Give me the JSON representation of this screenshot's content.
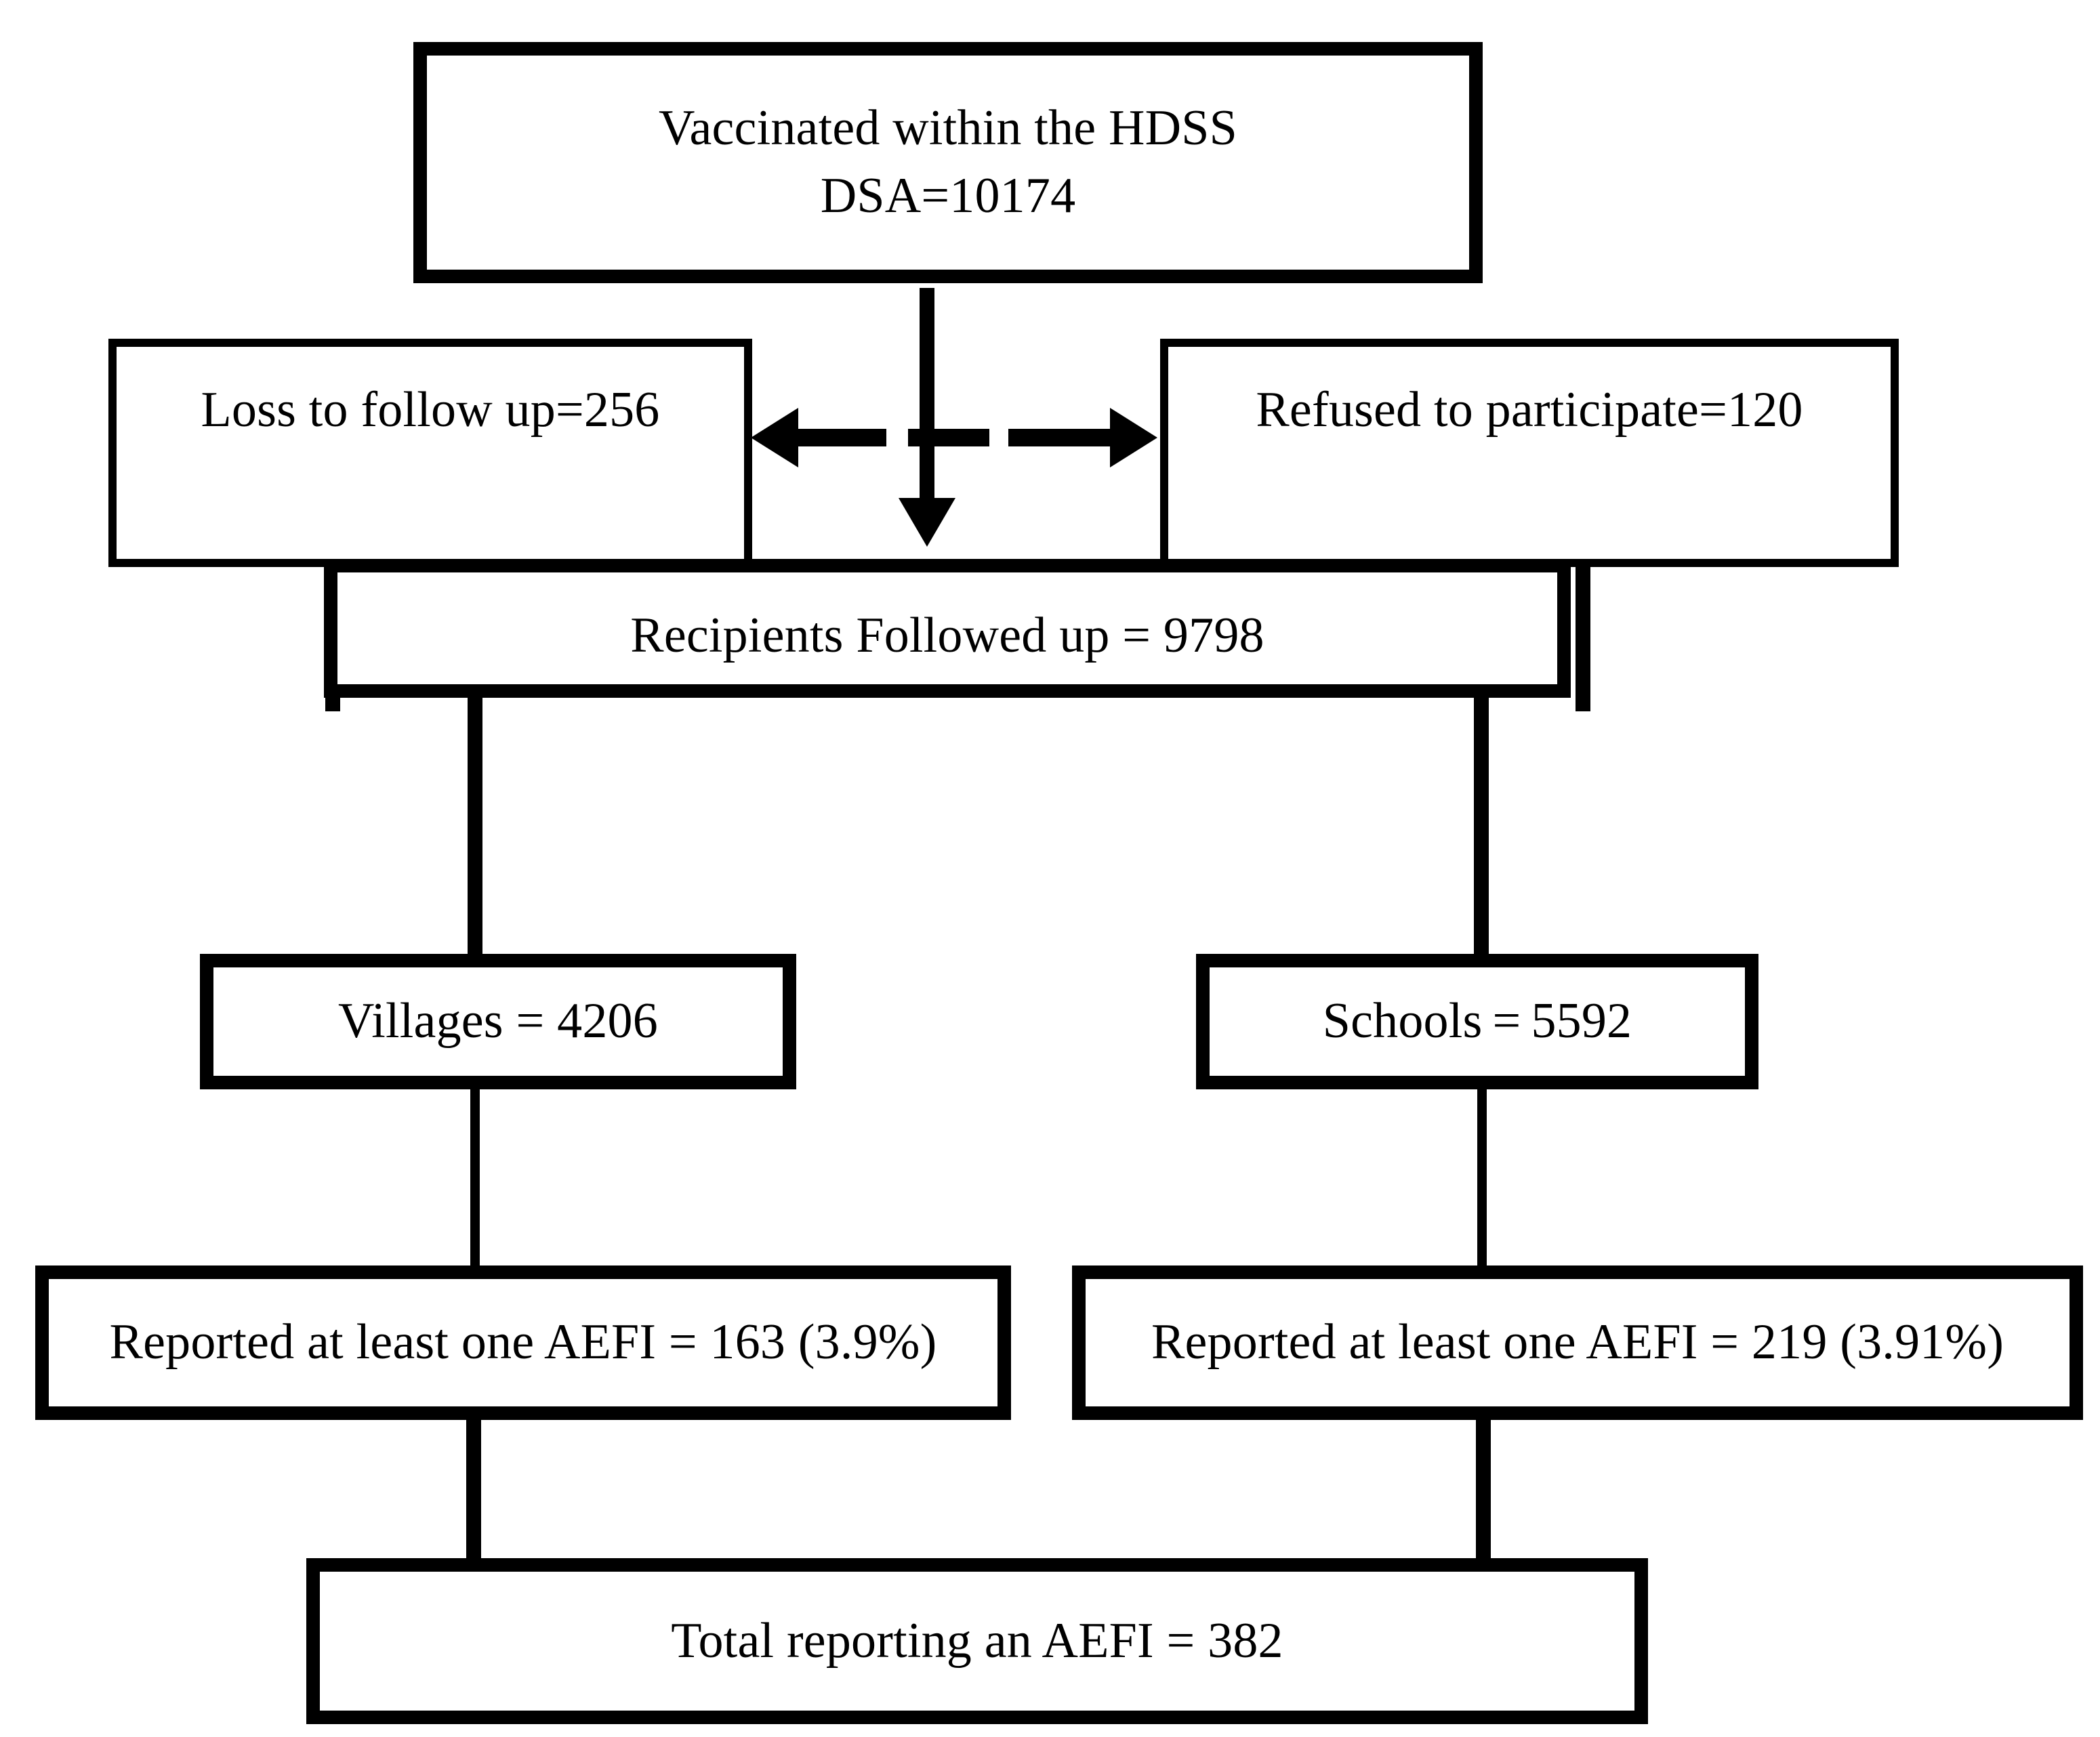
{
  "diagram": {
    "type": "flowchart",
    "title": "AEFI surveillance participant flow",
    "colors": {
      "background": "#ffffff",
      "stroke": "#000000",
      "text": "#000000"
    },
    "nodes": [
      {
        "id": "vaccinated",
        "label": "Vaccinated within the HDSS\nDSA=10174",
        "value": 10174
      },
      {
        "id": "loss-to-follow-up",
        "label": "Loss to follow up=256",
        "value": 256
      },
      {
        "id": "refused",
        "label": "Refused to participate=120",
        "value": 120
      },
      {
        "id": "recipients-followed-up",
        "label": "Recipients Followed up = 9798",
        "value": 9798
      },
      {
        "id": "villages",
        "label": "Villages = 4206",
        "value": 4206
      },
      {
        "id": "schools",
        "label": "Schools = 5592",
        "value": 5592
      },
      {
        "id": "aefi-villages",
        "label": "Reported at least one AEFI = 163 (3.9%)",
        "value": 163,
        "percent": "3.9%"
      },
      {
        "id": "aefi-schools",
        "label": "Reported at least one AEFI = 219 (3.91%)",
        "value": 219,
        "percent": "3.91%"
      },
      {
        "id": "total-aefi",
        "label": "Total reporting an AEFI = 382",
        "value": 382
      }
    ],
    "edges": [
      {
        "from": "vaccinated",
        "to": "recipients-followed-up",
        "style": "solid-arrow-down"
      },
      {
        "from": "exclusions",
        "to": "loss-to-follow-up",
        "style": "dashed-arrow-left"
      },
      {
        "from": "exclusions",
        "to": "refused",
        "style": "dashed-arrow-right"
      },
      {
        "from": "loss-to-follow-up",
        "to": "recipients-followed-up",
        "style": "solid-line"
      },
      {
        "from": "refused",
        "to": "recipients-followed-up",
        "style": "solid-line"
      },
      {
        "from": "recipients-followed-up",
        "to": "villages",
        "style": "solid-line"
      },
      {
        "from": "recipients-followed-up",
        "to": "schools",
        "style": "solid-line"
      },
      {
        "from": "villages",
        "to": "aefi-villages",
        "style": "solid-line"
      },
      {
        "from": "schools",
        "to": "aefi-schools",
        "style": "solid-line"
      },
      {
        "from": "aefi-villages",
        "to": "total-aefi",
        "style": "solid-line"
      },
      {
        "from": "aefi-schools",
        "to": "total-aefi",
        "style": "solid-line"
      }
    ]
  }
}
